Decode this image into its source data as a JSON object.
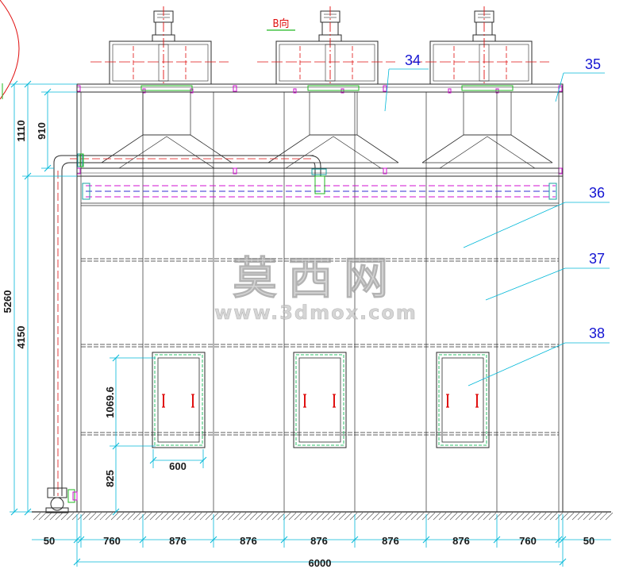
{
  "view_label": "B向",
  "callouts": [
    "34",
    "35",
    "36",
    "37",
    "38"
  ],
  "dimensions": {
    "vertical": [
      "5260",
      "1110",
      "910",
      "4150",
      "1069.6",
      "825"
    ],
    "door_width": "600",
    "bottom_segments": [
      "50",
      "760",
      "876",
      "876",
      "876",
      "876",
      "876",
      "760",
      "50"
    ],
    "overall_width": "6000"
  },
  "watermark": {
    "chinese": "莫西网",
    "url": "www.3dmox.com"
  },
  "colors": {
    "background": "#ffffff",
    "outline": "#2b2b2b",
    "dimension": "#00b8d8",
    "callout": "#1414d2",
    "fan_centerline": "#e01010",
    "pipe_dashed": "#d010d0",
    "door_frame": "#2ec06a",
    "watermark": "#c8c8c8"
  }
}
